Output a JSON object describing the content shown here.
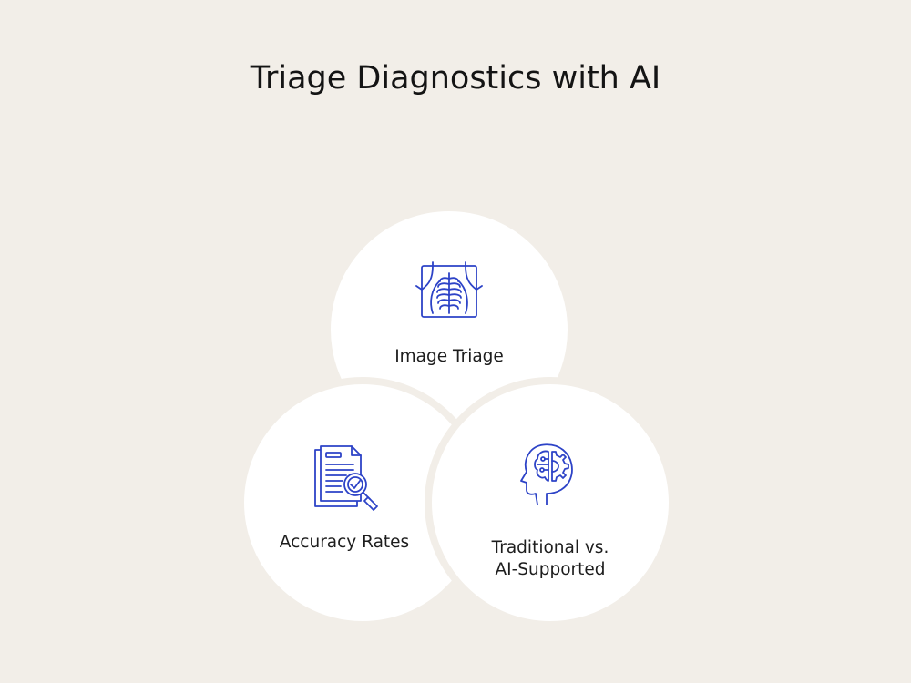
{
  "title": "Triage Diagnostics with AI",
  "colors": {
    "background": "#f2eee8",
    "circle_fill": "#ffffff",
    "icon_stroke": "#2d43c7",
    "text": "#141414"
  },
  "nodes": [
    {
      "label": "Image Triage",
      "icon": "chest-xray-icon"
    },
    {
      "label": "Accuracy Rates",
      "icon": "document-magnifier-check-icon"
    },
    {
      "label_line1": "Traditional vs.",
      "label_line2": "AI-Supported",
      "icon": "ai-head-gear-icon"
    }
  ]
}
